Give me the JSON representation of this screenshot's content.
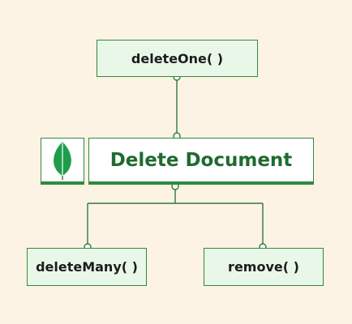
{
  "diagram": {
    "main_node": {
      "label": "Delete Document"
    },
    "nodes": [
      {
        "label": "deleteOne( )"
      },
      {
        "label": "deleteMany( )"
      },
      {
        "label": "remove( )"
      }
    ],
    "logo": {
      "icon": "mongodb-leaf-icon"
    }
  },
  "colors": {
    "background": "#fdf3e4",
    "box_fill": "#e9f7e8",
    "border": "#2f8a3c",
    "main_text": "#1e6b2f",
    "leaf": "#1f9d4a"
  }
}
